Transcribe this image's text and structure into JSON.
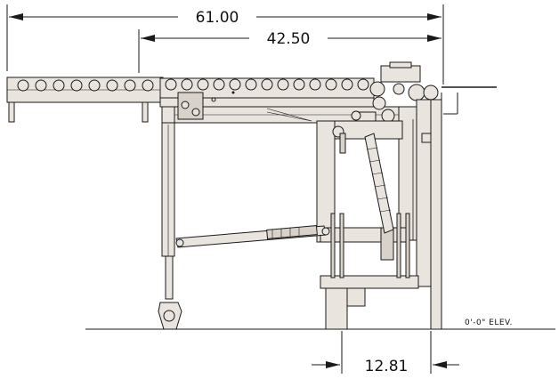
{
  "dimensions": {
    "overall": "61.00",
    "conveyor_length": "42.50",
    "bottom": "12.81"
  },
  "elevation_label": "0'-0\" ELEV.",
  "colors": {
    "line": "#1a1a1a",
    "part_fill": "#e9e4de",
    "part_fill_dark": "#d9d2ca"
  }
}
